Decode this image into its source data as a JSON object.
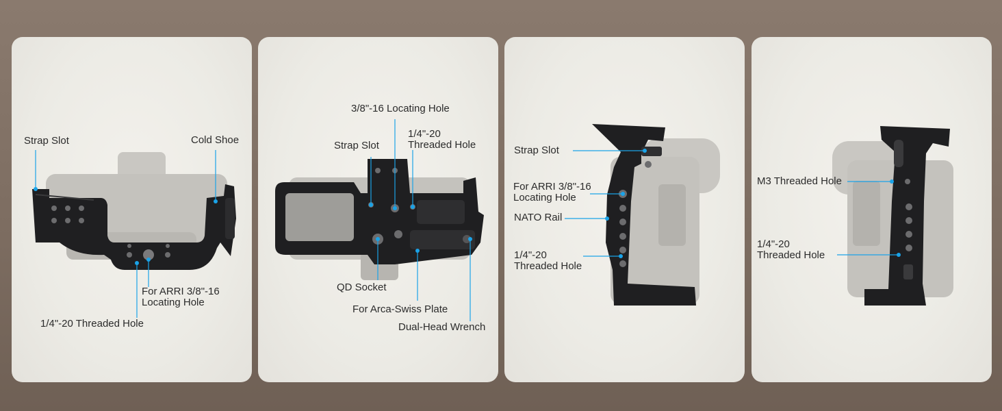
{
  "accent_color": "#1aa3e8",
  "panels": [
    {
      "name": "bottom-view",
      "labels": {
        "strap_slot": "Strap Slot",
        "cold_shoe": "Cold Shoe",
        "arri": "For ARRI 3/8\"-16\nLocating Hole",
        "threaded": "1/4\"-20 Threaded Hole"
      }
    },
    {
      "name": "base-view",
      "labels": {
        "locating": "3/8\"-16 Locating Hole",
        "threaded": "1/4\"-20\nThreaded Hole",
        "strap_slot": "Strap Slot",
        "qd_socket": "QD Socket",
        "arca": "For Arca-Swiss Plate",
        "wrench": "Dual-Head Wrench"
      }
    },
    {
      "name": "left-side-view",
      "labels": {
        "strap_slot": "Strap Slot",
        "arri": "For ARRI 3/8\"-16\nLocating Hole",
        "nato": "NATO Rail",
        "threaded": "1/4\"-20\nThreaded Hole"
      }
    },
    {
      "name": "right-side-view",
      "labels": {
        "m3": "M3 Threaded Hole",
        "threaded": "1/4\"-20\nThreaded Hole"
      }
    }
  ]
}
